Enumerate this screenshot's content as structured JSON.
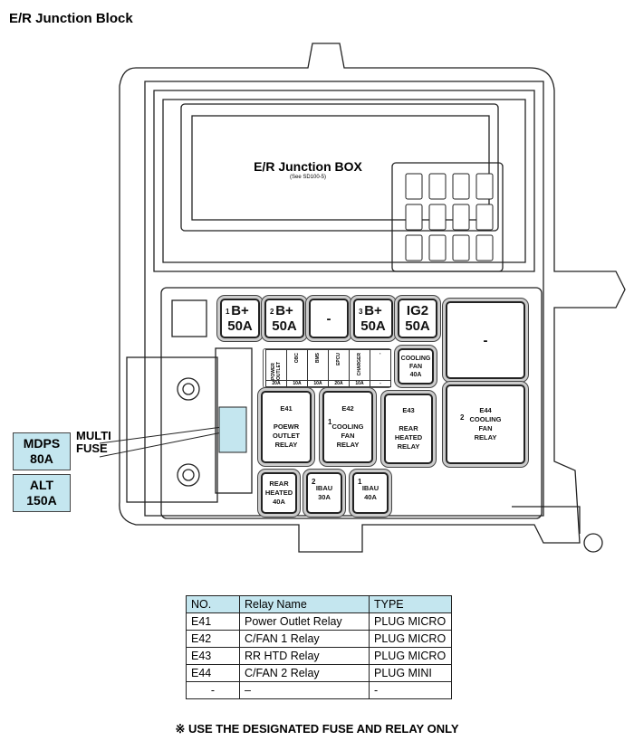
{
  "title": "E/R Junction Block",
  "box_label": "E/R Junction BOX",
  "box_sub": "(See SD100-5)",
  "fuses_top": [
    {
      "num": "1",
      "name": "B+",
      "amp": "50A"
    },
    {
      "num": "2",
      "name": "B+",
      "amp": "50A"
    },
    {
      "num": "",
      "name": "-",
      "amp": ""
    },
    {
      "num": "3",
      "name": "B+",
      "amp": "50A"
    },
    {
      "num": "",
      "name": "IG2",
      "amp": "50A"
    }
  ],
  "big_blank": "-",
  "mini_fuses": [
    {
      "name": "POWER OUTLET",
      "amp": "20A"
    },
    {
      "name": "OBC",
      "amp": "10A"
    },
    {
      "name": "BMS",
      "amp": "10A"
    },
    {
      "name": "EPCU",
      "amp": "20A"
    },
    {
      "name": "CHARGER",
      "amp": "10A"
    },
    {
      "name": "-",
      "amp": "-"
    }
  ],
  "cooling_fan_fuse": {
    "l1": "COOLING",
    "l2": "FAN",
    "l3": "40A"
  },
  "relays": [
    {
      "id": "E41",
      "num": "",
      "l1": "POEWR",
      "l2": "OUTLET",
      "l3": "RELAY"
    },
    {
      "id": "E42",
      "num": "1",
      "l1": "COOLING",
      "l2": "FAN",
      "l3": "RELAY"
    },
    {
      "id": "E43",
      "num": "",
      "l1": "REAR",
      "l2": "HEATED",
      "l3": "RELAY"
    },
    {
      "id": "E44",
      "num": "2",
      "l1": "COOLING",
      "l2": "FAN",
      "l3": "RELAY"
    }
  ],
  "bottom_fuses": [
    {
      "num": "",
      "l1": "REAR",
      "l2": "HEATED",
      "l3": "40A"
    },
    {
      "num": "2",
      "l1": "IBAU",
      "l2": "30A",
      "l3": ""
    },
    {
      "num": "1",
      "l1": "IBAU",
      "l2": "40A",
      "l3": ""
    }
  ],
  "multi_fuse": {
    "label1": "MULTI",
    "label2": "FUSE",
    "items": [
      {
        "name": "MDPS",
        "amp": "80A"
      },
      {
        "name": "ALT",
        "amp": "150A"
      }
    ]
  },
  "table": {
    "headers": [
      "NO.",
      "Relay Name",
      "TYPE"
    ],
    "rows": [
      [
        "E41",
        "Power Outlet Relay",
        "PLUG MICRO"
      ],
      [
        "E42",
        "C/FAN 1 Relay",
        "PLUG MICRO"
      ],
      [
        "E43",
        "RR HTD Relay",
        "PLUG MICRO"
      ],
      [
        "E44",
        "C/FAN 2 Relay",
        "PLUG MINI"
      ],
      [
        "-",
        "–",
        "-"
      ]
    ]
  },
  "note": "※ USE THE DESIGNATED FUSE AND RELAY ONLY",
  "colors": {
    "highlight": "#c4e6ef"
  }
}
